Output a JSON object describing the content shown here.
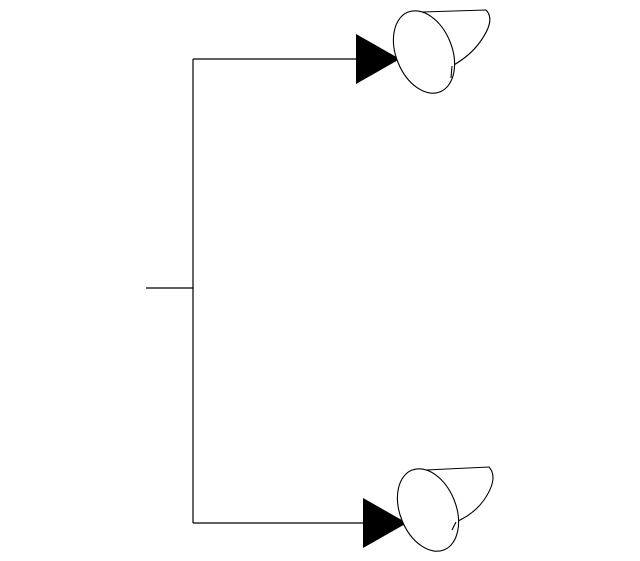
{
  "diagram": {
    "type": "branching-connector",
    "description_visible_text": [],
    "background_color": "#ffffff",
    "stroke_color": "#000000",
    "nodes": [
      {
        "id": "input-stub",
        "kind": "line"
      },
      {
        "id": "upper-output",
        "kind": "arrow-to-cone",
        "icon": "cone-icon"
      },
      {
        "id": "lower-output",
        "kind": "arrow-to-cone",
        "icon": "cone-icon"
      }
    ]
  }
}
